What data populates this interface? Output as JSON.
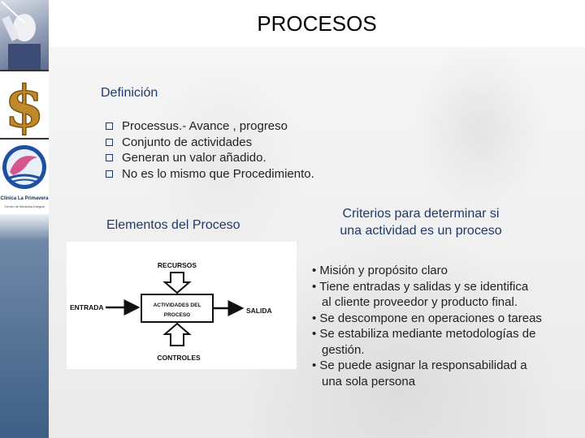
{
  "page": {
    "title": "PROCESOS"
  },
  "sidebar": {
    "photo_icon": "surgeon-photo-icon",
    "dollar_icon": "dollar-sign-icon",
    "logo_icon": "dolphin-logo-icon",
    "logo_caption": "Clinica La Primavera",
    "logo_subcaption": "Centro de Medicina Integral"
  },
  "definition": {
    "heading": "Definición",
    "items": [
      "Processus.- Avance , progreso",
      "Conjunto de actividades",
      "Generan un valor añadido.",
      "No es lo mismo que Procedimiento."
    ]
  },
  "elements": {
    "heading": "Elementos del Proceso"
  },
  "diagram": {
    "recursos": "RECURSOS",
    "entrada": "ENTRADA",
    "actividades_line1": "ACTIVIDADES DEL",
    "actividades_line2": "PROCESO",
    "salida": "SALIDA",
    "controles": "CONTROLES"
  },
  "criteria": {
    "heading_line1": "Criterios para determinar si",
    "heading_line2": "una actividad es un proceso",
    "items": [
      {
        "first": "• Misión y propósito claro"
      },
      {
        "first": "• Tiene entradas y salidas y se identifica",
        "cont": "al cliente proveedor y producto final."
      },
      {
        "first": "• Se descompone en operaciones o tareas"
      },
      {
        "first": "• Se estabiliza mediante metodologías de",
        "cont": "gestión."
      },
      {
        "first": "• Se puede asignar la responsabilidad a",
        "cont": "una sola persona"
      }
    ]
  },
  "colors": {
    "heading": "#1f3a68",
    "sidebar_bottom": "#3e5f86"
  }
}
